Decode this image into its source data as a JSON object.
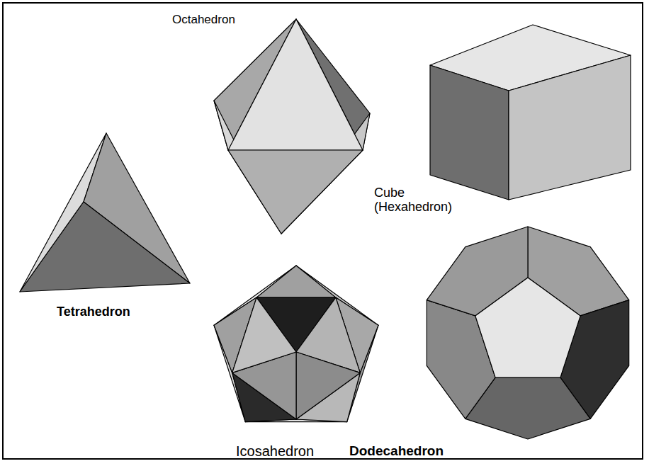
{
  "diagram": {
    "labels": [
      "Octahedron",
      "Cube (Hexahedron)",
      "Tetrahedron",
      "Icosahedron",
      "Dodecahedron"
    ]
  }
}
